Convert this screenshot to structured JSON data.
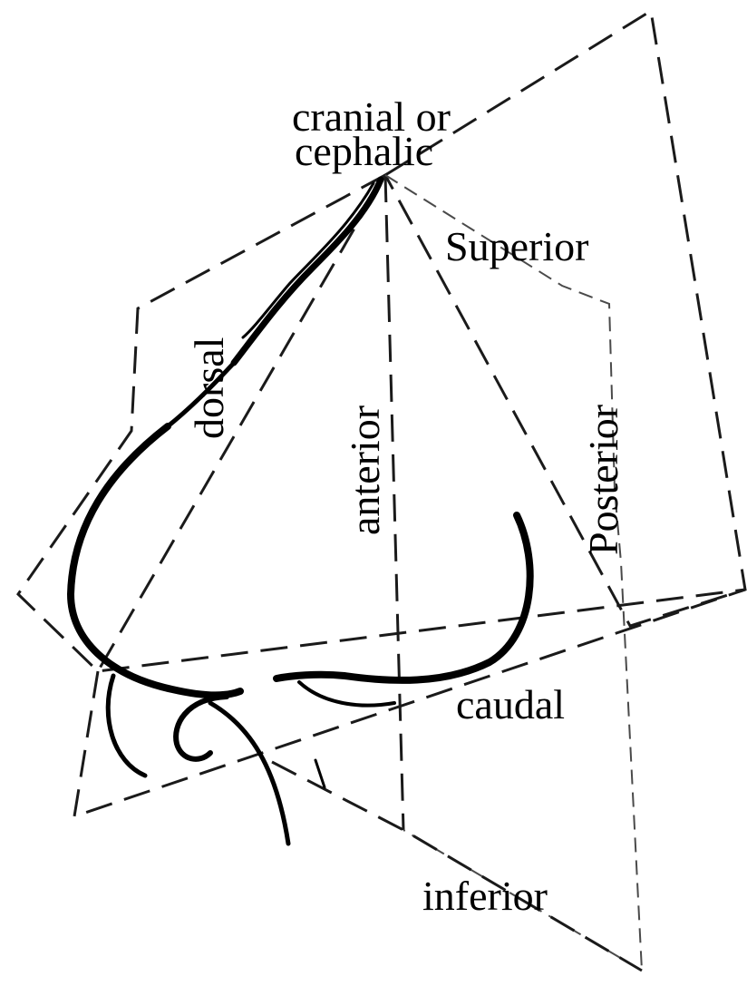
{
  "labels": {
    "cranial_line1": "cranial or",
    "cranial_line2": "cephalic",
    "superior": "Superior",
    "dorsal": "dorsal",
    "anterior": "anterior",
    "posterior": "Posterior",
    "caudal": "caudal",
    "inferior": "inferior"
  },
  "colors": {
    "line": "#000000",
    "plane_dark": "#1a1a1a",
    "plane_gray": "#4a4a4a",
    "background": "#ffffff"
  }
}
